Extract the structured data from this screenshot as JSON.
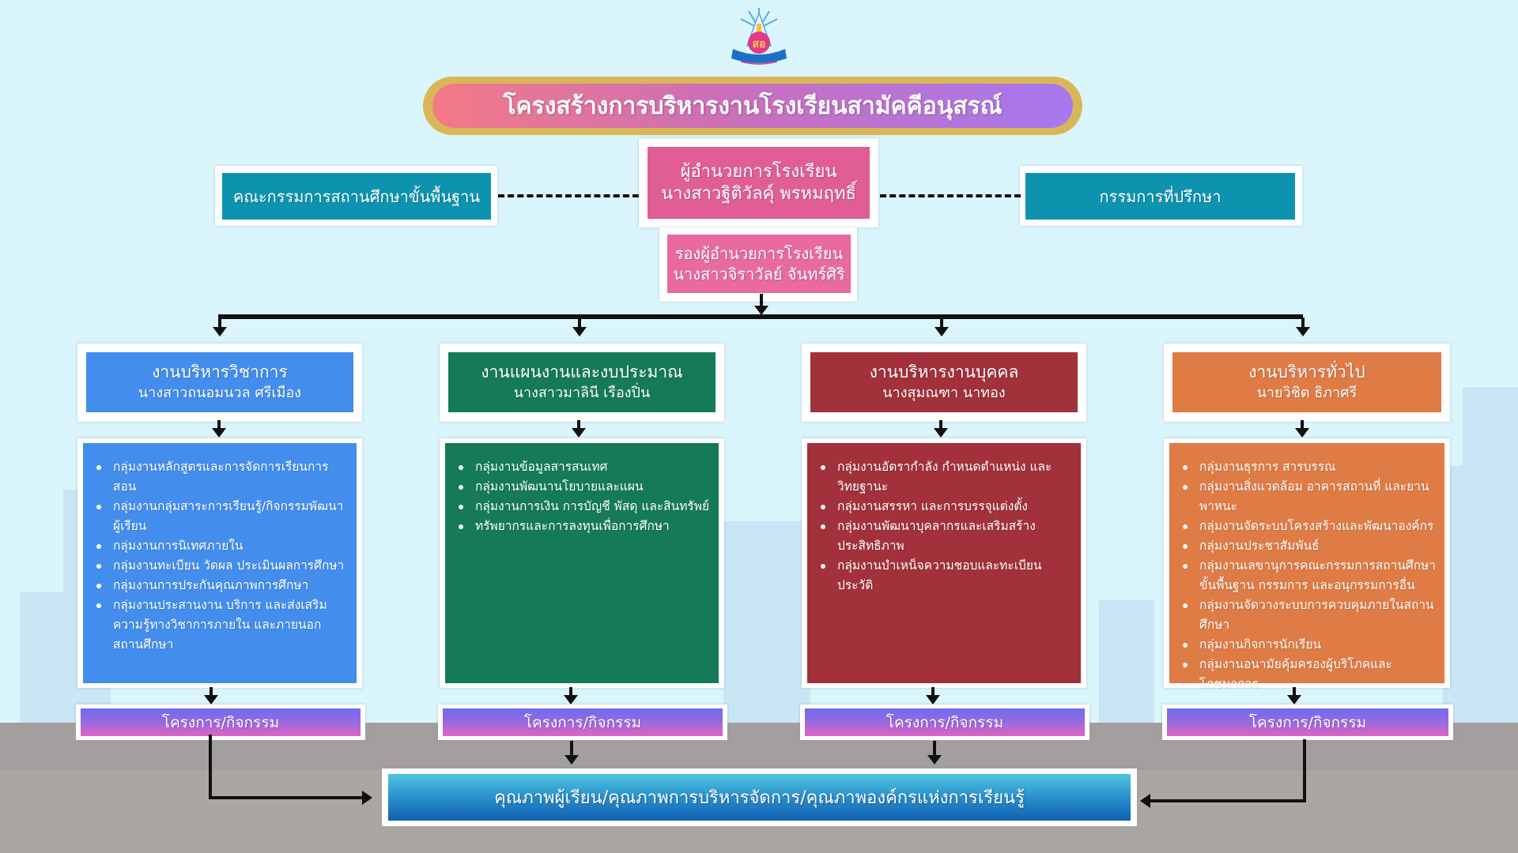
{
  "title": "โครงสร้างการบริหารงานโรงเรียนสามัคคีอนุสรณ์",
  "logo": {
    "icon": "school-emblem-icon",
    "initials": "สอ"
  },
  "colors": {
    "title_gradient_start": "#f37a86",
    "title_gradient_end": "#a678f0",
    "title_border": "#d9b758",
    "teal": "#0e93af",
    "director": "#e05d96",
    "academic": "#438ded",
    "budget": "#157a5a",
    "personnel": "#a2313b",
    "general": "#df7b45",
    "project_gradient_start": "#6e6bef",
    "project_gradient_end": "#df64c4",
    "quality_gradient_start": "#4ec6df",
    "quality_gradient_end": "#1160b3"
  },
  "committee_left": "คณะกรรมการสถานศึกษาขั้นพื้นฐาน",
  "committee_right": "กรรมการที่ปรึกษา",
  "director": {
    "role": "ผู้อำนวยการโรงเรียน",
    "name": "นางสาวฐิติวัลคุ์ พรหมฤทธิ์"
  },
  "deputy": {
    "role": "รองผู้อำนวยการโรงเรียน",
    "name": "นางสาวจิราวัลย์ จันทร์ศิริ"
  },
  "departments": [
    {
      "title": "งานบริหารวิชาการ",
      "head": "นางสาวถนอมนวล ศรีเมือง",
      "items": [
        "กลุ่มงานหลักสูตรและการจัดการเรียนการสอน",
        "กลุ่มงานกลุ่มสาระการเรียนรู้/กิจกรรมพัฒนาผู้เรียน",
        "กลุ่มงานการนิเทศภายใน",
        "กลุ่มงานทะเบียน วัดผล ประเมินผลการศึกษา",
        "กลุ่มงานการประกันคุณภาพการศึกษา",
        "กลุ่มงานประสานงาน บริการ และส่งเสริมความรู้ทางวิชาการภายใน และภายนอกสถานศึกษา"
      ],
      "project_label": "โครงการ/กิจกรรม"
    },
    {
      "title": "งานแผนงานและงบประมาณ",
      "head": "นางสาวมาลินี เรืองปิ่น",
      "items": [
        "กลุ่มงานข้อมูลสารสนเทศ",
        "กลุ่มงานพัฒนานโยบายและแผน",
        "กลุ่มงานการเงิน การบัญชี พัสดุ และสินทรัพย์",
        "ทรัพยากรและการลงทุนเพื่อการศึกษา"
      ],
      "project_label": "โครงการ/กิจกรรม"
    },
    {
      "title": "งานบริหารงานบุคคล",
      "head": "นางสุมณฑา นาทอง",
      "items": [
        "กลุ่มงานอัตรากำลัง กำหนดตำแหน่ง และวิทยฐานะ",
        "กลุ่มงานสรรหา และการบรรจุแต่งตั้ง",
        "กลุ่มงานพัฒนาบุคลากรและเสริมสร้างประสิทธิภาพ",
        "กลุ่มงานบำเหน็จความชอบและทะเบียนประวัติ"
      ],
      "project_label": "โครงการ/กิจกรรม"
    },
    {
      "title": "งานบริหารทั่วไป",
      "head": "นายวิชิต ธิภาศรี",
      "items": [
        "กลุ่มงานธุรการ สารบรรณ",
        "กลุ่มงานสิ่งแวดล้อม อาคารสถานที่ และยานพาหนะ",
        "กลุ่มงานจัดระบบโครงสร้างและพัฒนาองค์กร",
        "กลุ่มงานประชาสัมพันธ์",
        "กลุ่มงานเลขานุการคณะกรรมการสถานศึกษาขั้นพื้นฐาน กรรมการ และอนุกรรมการอื่น",
        "กลุ่มงานจัดวางระบบการควบคุมภายในสถานศึกษา",
        "กลุ่มงานกิจการนักเรียน",
        "กลุ่มงานอนามัยคุ้มครองผู้บริโภคและโภชนาการ"
      ],
      "project_label": "โครงการ/กิจกรรม"
    }
  ],
  "outcome": "คุณภาพผู้เรียน/คุณภาพการบริหารจัดการ/คุณภาพองค์กรแห่งการเรียนรู้"
}
